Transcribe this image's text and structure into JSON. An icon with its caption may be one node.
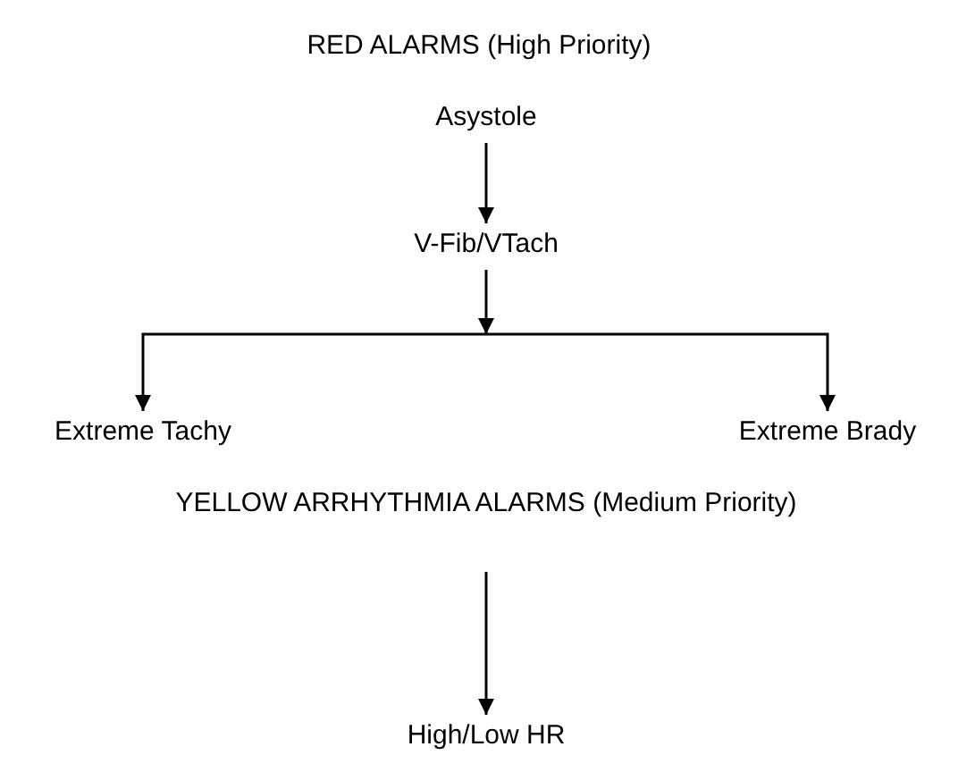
{
  "diagram": {
    "title": "RED ALARMS (High Priority)",
    "nodes": [
      {
        "text": [
          "Asystole"
        ]
      },
      {
        "text": [
          "V-Fib/VTach"
        ]
      },
      {
        "text": [
          "Extreme Tachy"
        ]
      },
      {
        "text": [
          "Extreme Brady"
        ]
      },
      {
        "text": [
          "YELLOW ARRHYTHMIA ALARMS (Medium Priority)"
        ]
      },
      {
        "text": [
          "High/Low HR"
        ]
      }
    ],
    "edges": [
      {
        "from": 0,
        "to": 1,
        "arrow": "to"
      },
      {
        "from": 1,
        "to": 2,
        "arrow": "to"
      },
      {
        "from": 1,
        "to": 3,
        "arrow": "to"
      },
      {
        "from": 4,
        "to": 5,
        "arrow": "to"
      }
    ]
  }
}
